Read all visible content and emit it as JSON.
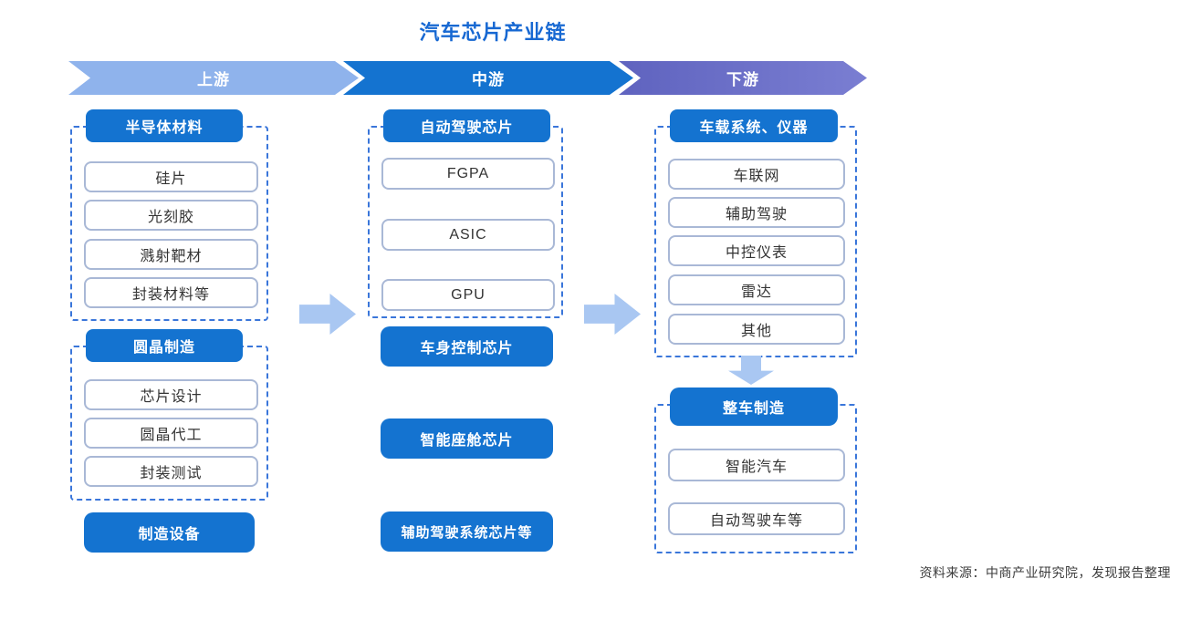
{
  "title": "汽车芯片产业链",
  "source_note": "资料来源：中商产业研究院，发现报告整理",
  "banners": [
    {
      "label": "上游",
      "color": "#8FB3EC"
    },
    {
      "label": "中游",
      "color": "#1473D0"
    },
    {
      "label": "下游",
      "color": "#6A6EC6"
    }
  ],
  "upstream": {
    "groups": [
      {
        "header": "半导体材料",
        "items": [
          "硅片",
          "光刻胶",
          "溅射靶材",
          "封装材料等"
        ]
      },
      {
        "header": "圆晶制造",
        "items": [
          "芯片设计",
          "圆晶代工",
          "封装测试"
        ]
      }
    ],
    "standalone": [
      "制造设备"
    ]
  },
  "midstream": {
    "groups": [
      {
        "header": "自动驾驶芯片",
        "items": [
          "FGPA",
          "ASIC",
          "GPU"
        ]
      }
    ],
    "standalone": [
      "车身控制芯片",
      "智能座舱芯片",
      "辅助驾驶系统芯片等"
    ]
  },
  "downstream": {
    "groups": [
      {
        "header": "车载系统、仪器",
        "items": [
          "车联网",
          "辅助驾驶",
          "中控仪表",
          "雷达",
          "其他"
        ]
      },
      {
        "header": "整车制造",
        "items": [
          "智能汽车",
          "自动驾驶车等"
        ]
      }
    ]
  },
  "colors": {
    "primary_blue": "#1473D0",
    "light_blue_banner": "#8FB3EC",
    "purple_banner": "#6A6EC6",
    "arrow_blue": "#A9C7F2",
    "dashed_border": "#3A76DA",
    "item_border": "#A9B8D6",
    "title_blue": "#1768D2"
  }
}
